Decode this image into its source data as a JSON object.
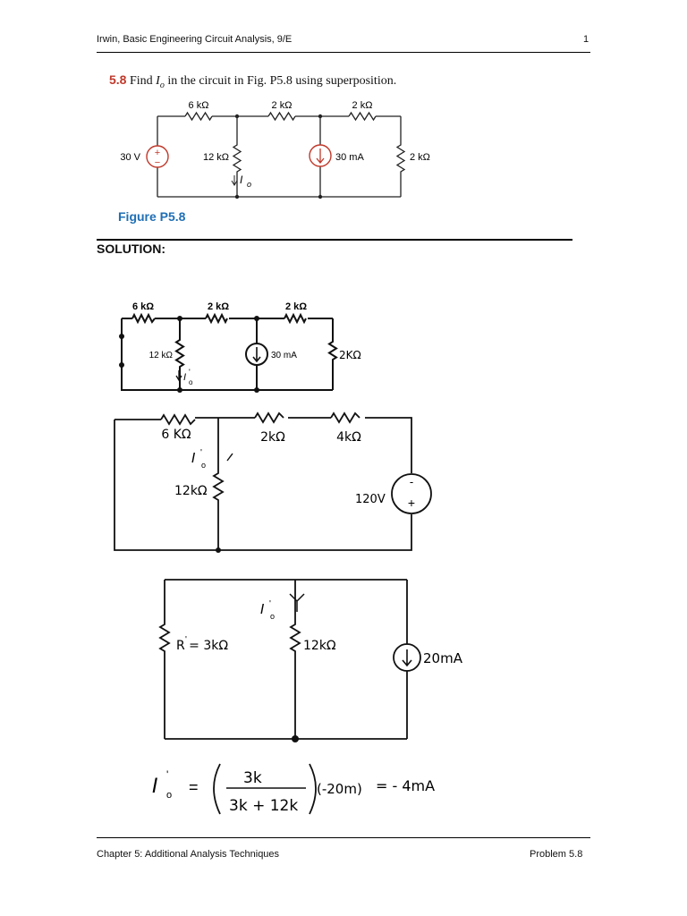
{
  "header": {
    "book_title": "Irwin, Basic Engineering Circuit Analysis, 9/E",
    "page_number": "1"
  },
  "problem": {
    "number": "5.8",
    "text_before": "Find ",
    "var_main": "I",
    "var_sub": "o",
    "text_after": " in the circuit in Fig. P5.8 using superposition."
  },
  "figure": {
    "caption": "Figure P5.8",
    "labels": {
      "r1": "6 kΩ",
      "r2": "2 kΩ",
      "r3": "2 kΩ",
      "source_v": "30 V",
      "r_mid": "12 kΩ",
      "source_i": "30 mA",
      "r_right": "2 kΩ",
      "io": "I",
      "io_sub": "o"
    }
  },
  "solution": {
    "heading": "SOLUTION:",
    "circuit1": {
      "r1": "6 kΩ",
      "r2": "2 kΩ",
      "r3": "2 kΩ",
      "r_mid": "12 kΩ",
      "source_i": "30 mA",
      "r_right": "2KΩ",
      "io": "I",
      "io_sup": "'",
      "io_sub": "o"
    },
    "circuit2": {
      "r1": "6 KΩ",
      "r2": "2kΩ",
      "r3": "4kΩ",
      "r_mid": "12kΩ",
      "io": "I",
      "io_sup": "'",
      "io_sub": "o",
      "source_v": "120V",
      "plus": "+",
      "minus": "-"
    },
    "circuit3": {
      "r_left": "R = 3kΩ",
      "r_left_sup": "'",
      "r_mid": "12kΩ",
      "source_i": "20mA",
      "io": "I",
      "io_sup": "'",
      "io_sub": "o"
    },
    "equation": {
      "lhs": "I",
      "lhs_sup": "'",
      "lhs_sub": "o",
      "equals": "=",
      "numerator": "3k",
      "denominator": "3k + 12k",
      "factor": "(-20m)",
      "result": "= - 4mA"
    }
  },
  "footer": {
    "chapter": "Chapter 5: Additional Analysis Techniques",
    "problem_ref": "Problem 5.8"
  }
}
